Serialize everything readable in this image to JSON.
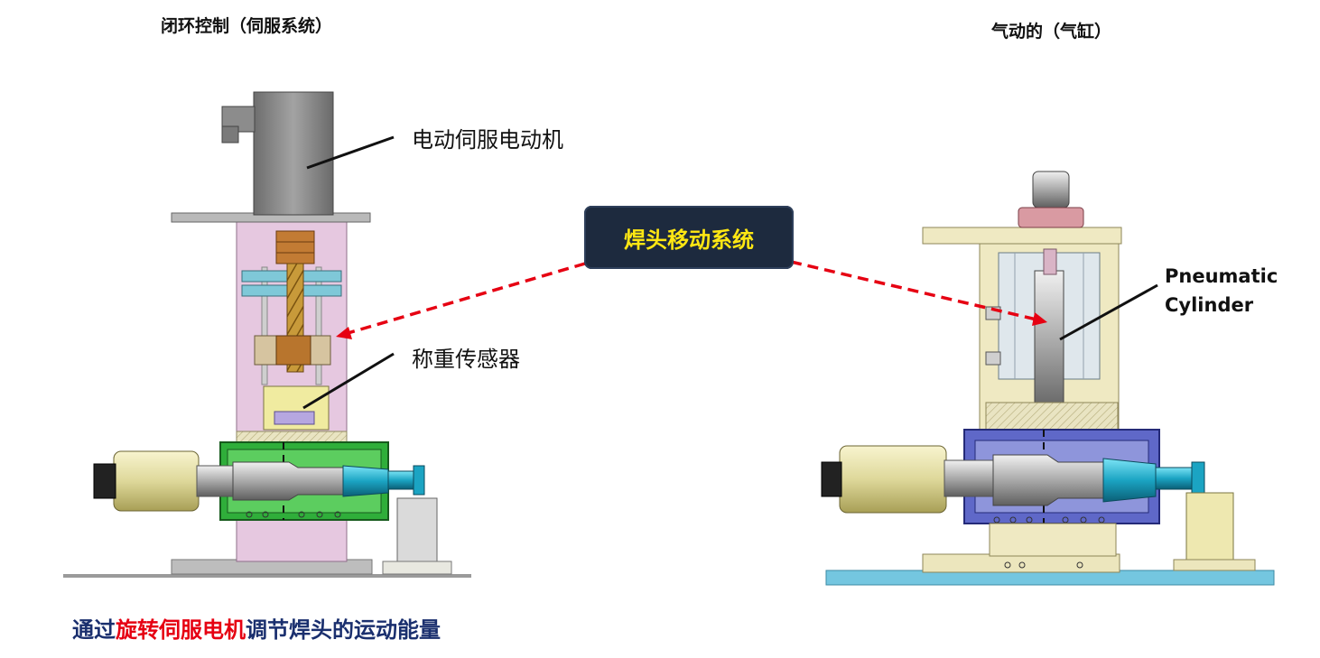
{
  "titles": {
    "left": "闭环控制（伺服系统）",
    "right": "气动的（气缸）"
  },
  "labels": {
    "servo_motor": "电动伺服电动机",
    "weight_sensor": "称重传感器",
    "pneumatic_cylinder_line1": "Pneumatic",
    "pneumatic_cylinder_line2": "Cylinder"
  },
  "badge": {
    "text": "焊头移动系统",
    "bg_color": "#1d2a3e",
    "text_color": "#ffe713"
  },
  "caption": {
    "part1": "通过",
    "part2": "旋转伺服电机",
    "part3": "调节焊头的运动能量",
    "highlight_color": "#e60012",
    "main_color": "#1a2f6e"
  },
  "arrows": {
    "color": "#e60012",
    "style": "dashed"
  }
}
